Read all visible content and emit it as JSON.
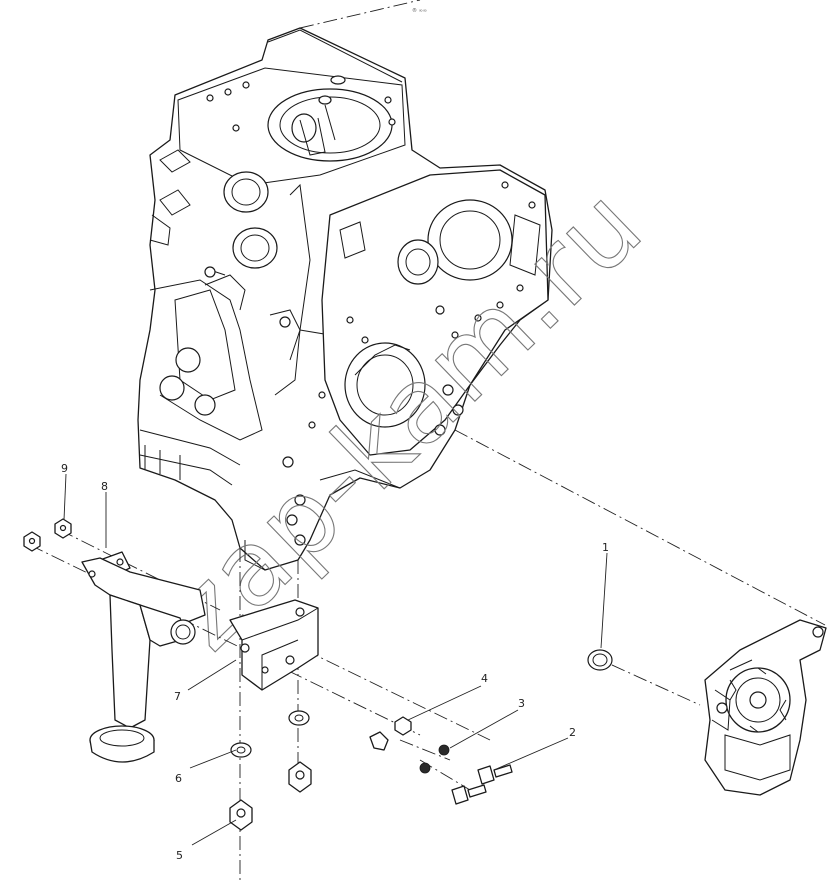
{
  "header_text": "® ∞∞",
  "watermark": "zap-kam.ru",
  "callouts": [
    {
      "id": "1",
      "label": "1"
    },
    {
      "id": "2",
      "label": "2"
    },
    {
      "id": "3",
      "label": "3"
    },
    {
      "id": "4",
      "label": "4"
    },
    {
      "id": "5",
      "label": "5"
    },
    {
      "id": "6",
      "label": "6"
    },
    {
      "id": "7",
      "label": "7"
    },
    {
      "id": "8",
      "label": "8"
    },
    {
      "id": "9",
      "label": "9"
    }
  ],
  "colors": {
    "line": "#1a1a1a",
    "background": "#ffffff",
    "watermark": "#777777"
  }
}
